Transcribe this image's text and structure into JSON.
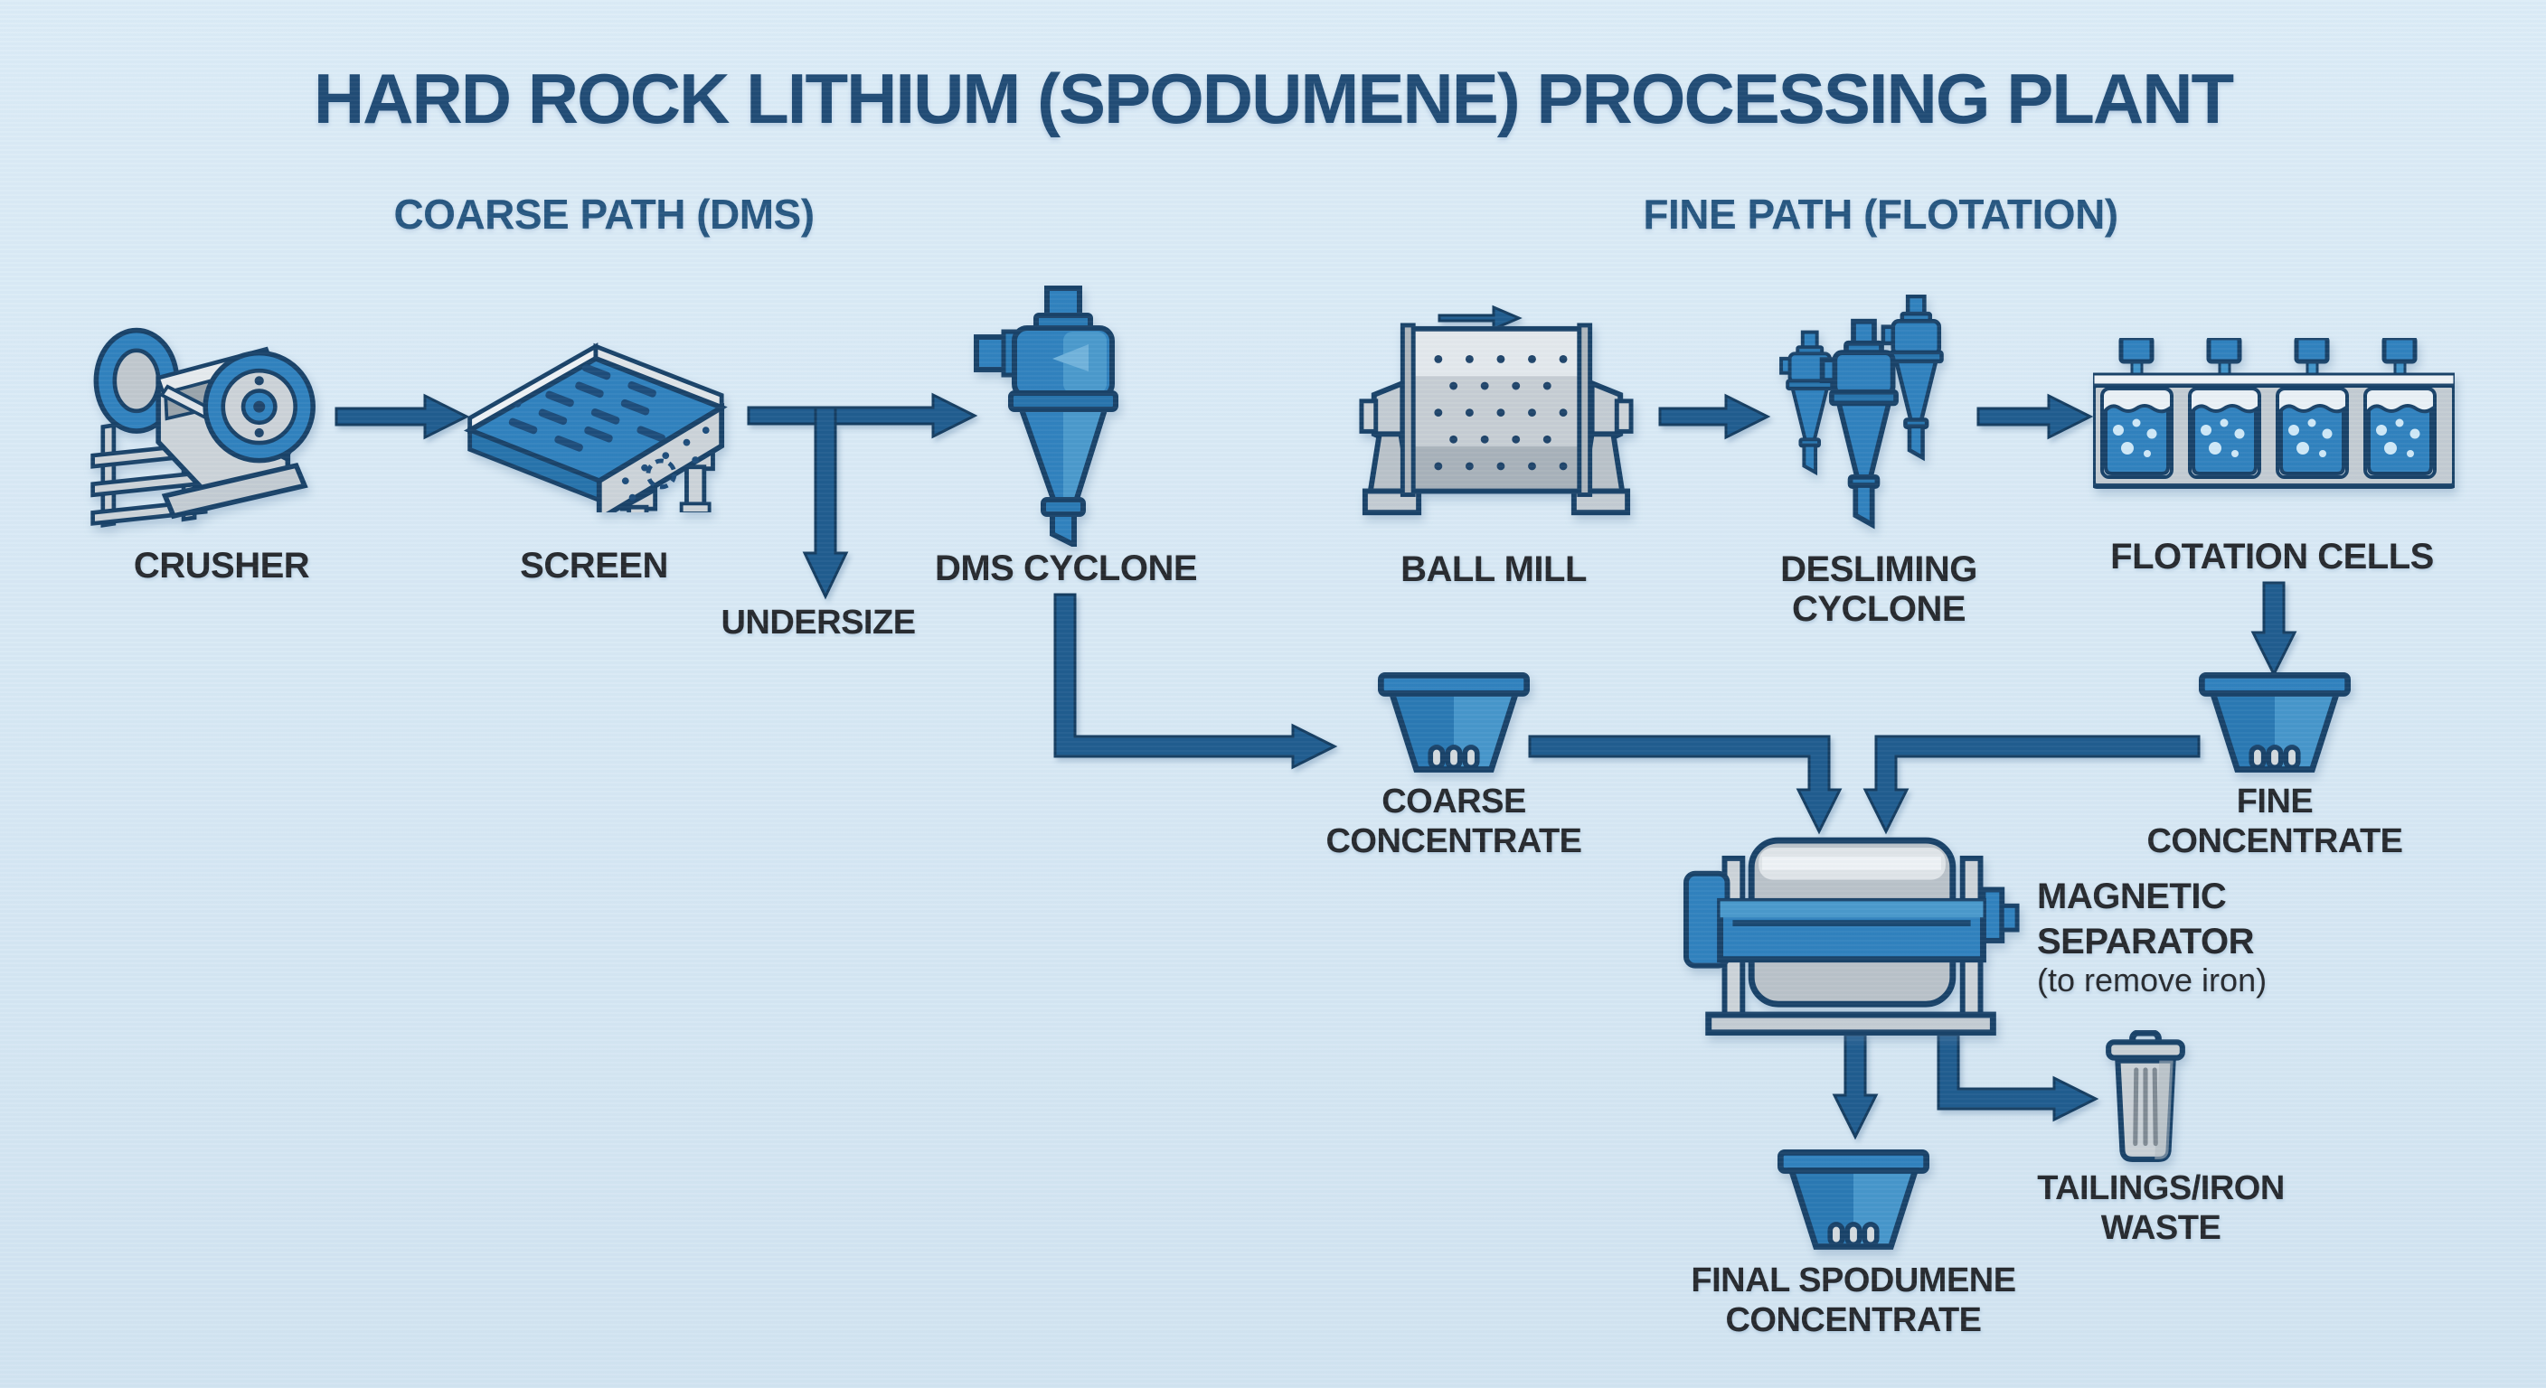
{
  "title": "HARD ROCK LITHIUM (SPODUMENE) PROCESSING PLANT",
  "sections": {
    "coarse": {
      "heading": "COARSE PATH (DMS)"
    },
    "fine": {
      "heading": "FINE PATH (FLOTATION)"
    }
  },
  "nodes": {
    "crusher": {
      "label": "CRUSHER",
      "icon": "jaw-crusher-icon"
    },
    "screen": {
      "label": "SCREEN",
      "icon": "vibrating-screen-icon"
    },
    "undersize": {
      "label": "UNDERSIZE"
    },
    "dms_cyclone": {
      "label": "DMS CYCLONE",
      "icon": "hydrocyclone-icon"
    },
    "ball_mill": {
      "label": "BALL MILL",
      "icon": "ball-mill-icon"
    },
    "desliming_cyclone": {
      "label1": "DESLIMING",
      "label2": "CYCLONE",
      "icon": "cyclone-cluster-icon"
    },
    "flotation_cells": {
      "label": "FLOTATION CELLS",
      "icon": "flotation-cells-icon"
    },
    "coarse_concentrate": {
      "label1": "COARSE",
      "label2": "CONCENTRATE",
      "icon": "concentrate-bin-icon"
    },
    "fine_concentrate": {
      "label1": "FINE",
      "label2": "CONCENTRATE",
      "icon": "concentrate-bin-icon"
    },
    "magnetic_separator": {
      "label1": "MAGNETIC",
      "label2": "SEPARATOR",
      "note": "(to remove iron)",
      "icon": "magnetic-separator-icon"
    },
    "final_concentrate": {
      "label1": "FINAL SPODUMENE",
      "label2": "CONCENTRATE",
      "icon": "concentrate-bin-icon"
    },
    "tailings": {
      "label1": "TAILINGS/IRON",
      "label2": "WASTE",
      "icon": "trash-can-icon"
    }
  },
  "colors": {
    "background": "#d9e9f5",
    "title_navy": "#1e4973",
    "heading_navy": "#24547e",
    "label_dark": "#24272b",
    "flow_arrow_blue": "#1d5a8d",
    "equipment_blue": "#2e80bd",
    "equipment_blue_dark": "#2573ab",
    "equipment_gray": "#ccd3d8",
    "outline_navy": "#163f66"
  }
}
